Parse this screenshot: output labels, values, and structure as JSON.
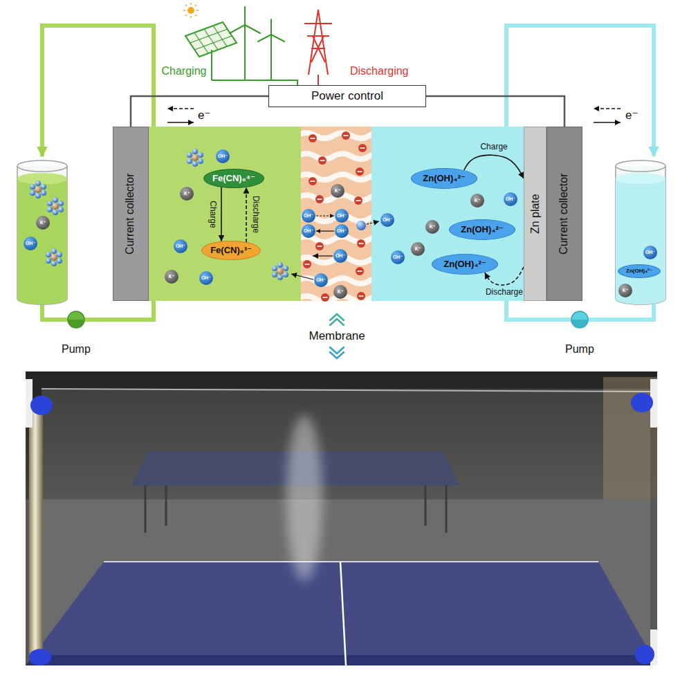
{
  "diagram": {
    "nodes": [
      {
        "text": [
          "Power control"
        ]
      },
      {
        "text": [
          "Current collector"
        ]
      },
      {
        "text": [
          "Fe(CN)₆⁴⁻"
        ]
      },
      {
        "text": [
          "Fe(CN)₆³⁻"
        ]
      },
      {
        "text": [
          "Zn(OH)₄²⁻"
        ]
      },
      {
        "text": [
          "Zn(OH)₄²⁻"
        ]
      },
      {
        "text": [
          "Zn(OH)₄²⁻"
        ]
      },
      {
        "text": [
          "Zn plate"
        ]
      },
      {
        "text": [
          "Current collector"
        ]
      },
      {
        "text": [
          "K⁺"
        ]
      },
      {
        "text": [
          "OH⁻"
        ]
      },
      {
        "text": [
          "OH⁻"
        ]
      },
      {
        "text": [
          "K⁺"
        ]
      },
      {
        "text": [
          "OH⁻"
        ]
      },
      {
        "text": [
          "K⁺"
        ]
      },
      {
        "text": [
          "OH⁻"
        ]
      },
      {
        "text": [
          "K⁺"
        ]
      },
      {
        "text": [
          "OH⁻"
        ]
      },
      {
        "text": [
          "OH⁻"
        ]
      },
      {
        "text": [
          "OH⁻"
        ]
      },
      {
        "text": [
          "OH⁻"
        ]
      },
      {
        "text": [
          "OH⁻"
        ]
      },
      {
        "text": [
          "OH⁻"
        ]
      },
      {
        "text": [
          "K⁺"
        ]
      },
      {
        "text": [
          "OH⁻"
        ]
      },
      {
        "text": [
          "OH⁻"
        ]
      },
      {
        "text": [
          "K⁺"
        ]
      },
      {
        "text": [
          "K⁺"
        ]
      },
      {
        "text": [
          "K⁺"
        ]
      },
      {
        "text": [
          "OH⁻"
        ]
      },
      {
        "text": [
          "OH⁻"
        ]
      },
      {
        "text": [
          "Zn(OH)₄²⁻"
        ]
      },
      {
        "text": [
          "K⁺"
        ]
      }
    ],
    "edges": [
      {
        "from": 1,
        "to": 0,
        "arrow": "none"
      },
      {
        "from": 0,
        "to": 8,
        "arrow": "none"
      },
      {
        "from": 2,
        "to": 3,
        "label": "Charge",
        "arrow": "to"
      },
      {
        "from": 3,
        "to": 2,
        "label": "Discharge",
        "arrow": "to"
      },
      {
        "from": 4,
        "to": 7,
        "label": "Charge",
        "arrow": "to"
      },
      {
        "from": 7,
        "to": 6,
        "label": "Discharge",
        "arrow": "to"
      },
      {
        "from": 17,
        "to": 18,
        "arrow": "to"
      },
      {
        "from": 20,
        "to": 19,
        "arrow": "to"
      }
    ],
    "labels": [
      "Charging",
      "Discharging",
      "e⁻",
      "e⁻",
      "Pump",
      "Pump",
      "Membrane"
    ]
  }
}
